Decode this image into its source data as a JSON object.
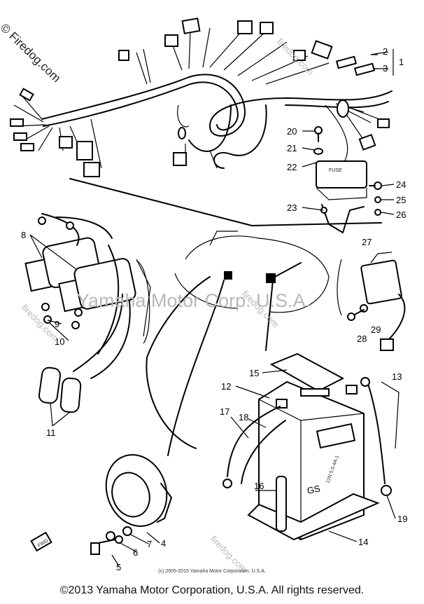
{
  "watermark": {
    "corner": "© Firedog.com",
    "center": "Yamaha Motor Corp. U.S.A.",
    "diagonal": "firedog.com"
  },
  "labels": {
    "part_1": "1",
    "part_2": "2",
    "part_3": "3",
    "part_4": "4",
    "part_5": "5",
    "part_6": "6",
    "part_7": "7",
    "part_8": "8",
    "part_9": "9",
    "part_10": "10",
    "part_11": "11",
    "part_12": "12",
    "part_13": "13",
    "part_14": "14",
    "part_15": "15",
    "part_16": "16",
    "part_17": "17",
    "part_18": "18",
    "part_19": "19",
    "part_20": "20",
    "part_21": "21",
    "part_22": "22",
    "part_23": "23",
    "part_24": "24",
    "part_25": "25",
    "part_26": "26",
    "part_27": "27",
    "part_28": "28",
    "part_29": "29"
  },
  "fuse_box_text": "FUSE",
  "battery_brand": "GS",
  "battery_model": "12N 5.5-4A-1",
  "forward_marker": "FWD",
  "small_copyright": "(c) 2005-2015 Yamaha Motor Corporation, U.S.A.",
  "footer": "©2013 Yamaha Motor Corporation, U.S.A. All rights reserved."
}
